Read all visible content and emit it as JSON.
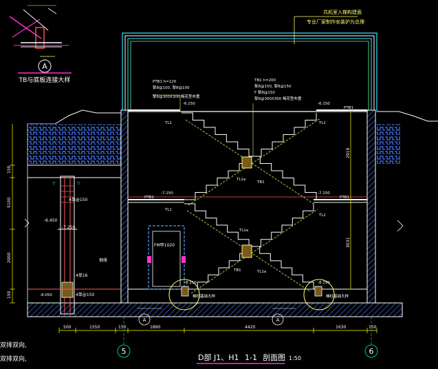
{
  "drawing": {
    "detail_callout": "A",
    "detail_caption": "TB与底板连接大样",
    "top_note_line1": "共机室入梯构建面",
    "top_note_line2": "专业厂家制作安装护为总理",
    "title_prefix": "D部 J1、H1",
    "section_id": "1-1",
    "title_suffix": "剖面图",
    "scale": "1:50",
    "notes": [
      "双排双向,",
      "双排双向,"
    ]
  },
  "axes": {
    "left": "5",
    "right": "6"
  },
  "annotations": {
    "ptb1_upper": "PTB1 h=120",
    "ptb1_upper_2": "掣8@100, 掣8@100",
    "ptb1_upper_3": "掣6@300X300 梅花型布置",
    "tb1_center": "TB1 h=200",
    "tb1_center_2": "掣8@150, 掣8@150",
    "tb1_center_3": "F 掣8@150",
    "tb1_center_4": "掣6@300X300 梅花型布置",
    "lvl_left_top": "-6.150",
    "lvl_mid_top": "-6.150",
    "lvl_right_top": "-6.150",
    "ptb1_right_top": "PTB1",
    "tl1_a": "TL1",
    "tl1_b": "TL1",
    "lvl_left_mid": "-7.150",
    "lvl_right_mid": "-7.150",
    "ptb1_left_mid": "PTB1",
    "ptb1_right_mid": "PTB1",
    "tl1_c": "TL1",
    "tl1_d": "TL1",
    "tb1_tag_a": "TB1",
    "tb1_tag_b": "TB1",
    "tl1a_a": "TL1a",
    "tl1a_b": "TL1a",
    "tl1a_c": "TL1a",
    "lvl_bottom_mid": "-8.150",
    "lvl_bottom_left": "-8.150",
    "footing_left": "梯柱基础大样",
    "footing_right": "梯柱基础大样",
    "door_tag": "FM甲1020",
    "left_tag_a": "-6.450",
    "left_tag_b": "-7.250",
    "left_tag_c": "-8.050",
    "left_rebar_a": "4单@150",
    "left_rebar_b": "4单@150",
    "left_rebar_c": "4单16",
    "left_label": "钢排",
    "dim_right_upper": "2919",
    "dim_right_lower": "3031"
  },
  "dimensions": {
    "bottom": [
      "500",
      "1550",
      "150",
      "1890",
      "4420",
      "1630",
      "150"
    ],
    "left": [
      "150",
      "5100",
      "2000",
      "150"
    ]
  },
  "colors": {
    "background": "#000000",
    "structure": "#ffffff",
    "stair": "#9ad34b",
    "annotation": "#ffff66",
    "dimension": "#ffff00",
    "axis": "#00cc66",
    "section_line": "#ff5a5a",
    "hatch": "#1f3fa0",
    "door": "#4aa0ff",
    "magenta": "#ff33cc",
    "cyan": "#33e0ff"
  }
}
